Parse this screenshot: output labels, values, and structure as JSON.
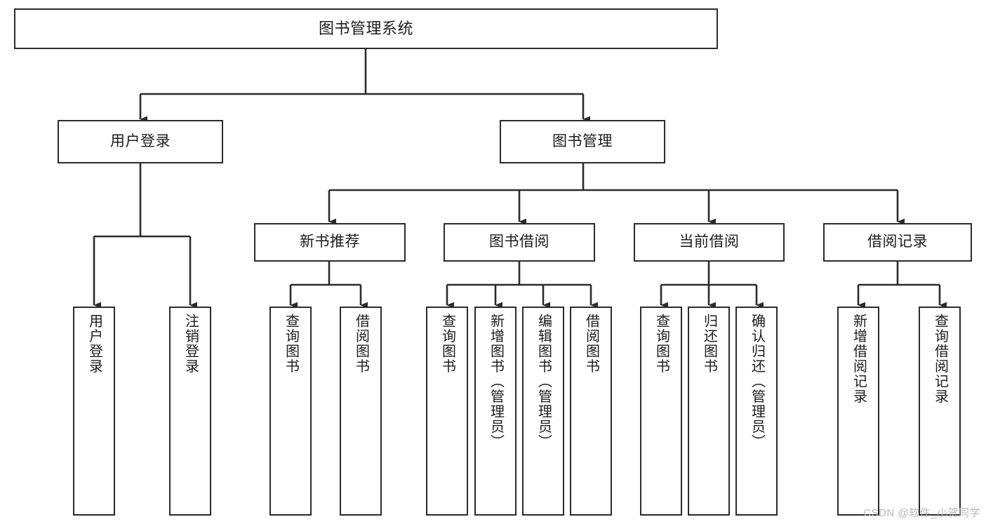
{
  "diagram": {
    "title": "图书管理系统",
    "type": "tree",
    "watermark": "CSDN @软件_小贺同学",
    "colors": {
      "background": "#ffffff",
      "node_border": "#2b2b2b",
      "node_fill": "#ffffff",
      "edge": "#2b2b2b",
      "text": "#1d1d1d",
      "watermark": "#b8b8b8"
    },
    "nodes": {
      "root": {
        "label": "图书管理系统"
      },
      "level1": [
        {
          "label": "用户登录"
        },
        {
          "label": "图书管理"
        }
      ],
      "level2": [
        {
          "label": "新书推荐"
        },
        {
          "label": "图书借阅"
        },
        {
          "label": "当前借阅"
        },
        {
          "label": "借阅记录"
        }
      ],
      "leaves": {
        "user_login": [
          {
            "label": "用户登录"
          },
          {
            "label": "注销登录"
          }
        ],
        "new_book": [
          {
            "label": "查询图书"
          },
          {
            "label": "借阅图书"
          }
        ],
        "book_borrow": [
          {
            "label": "查询图书"
          },
          {
            "label": "新增图书（管理员）"
          },
          {
            "label": "编辑图书（管理员）"
          },
          {
            "label": "借阅图书"
          }
        ],
        "current_borrow": [
          {
            "label": "查询图书"
          },
          {
            "label": "归还图书"
          },
          {
            "label": "确认归还（管理员）"
          }
        ],
        "borrow_record": [
          {
            "label": "新增借阅记录"
          },
          {
            "label": "查询借阅记录"
          }
        ]
      }
    }
  }
}
